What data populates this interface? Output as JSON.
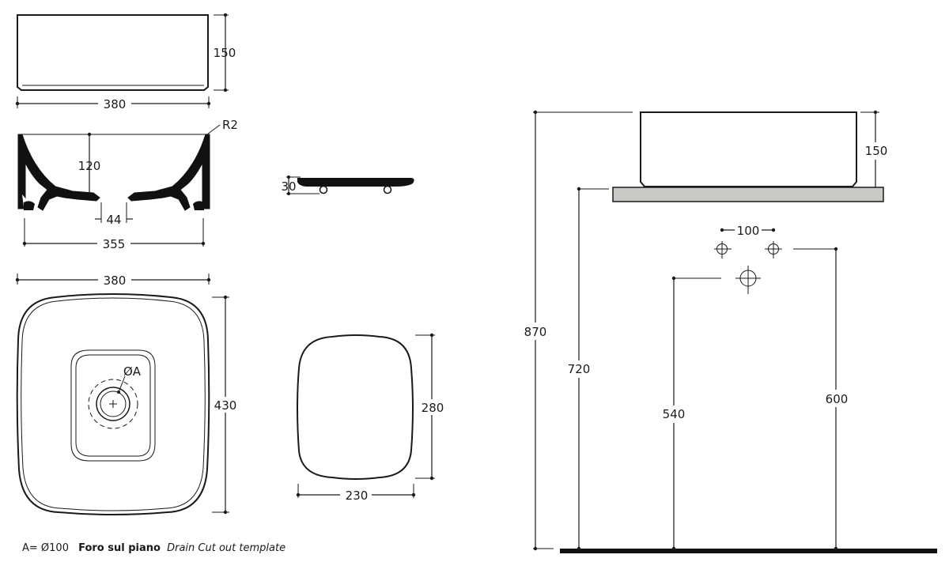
{
  "labels": {
    "top_height": "150",
    "top_width": "380",
    "radius": "R2",
    "section_depth": "120",
    "section_drain": "44",
    "section_width": "355",
    "plug_height": "30",
    "plan_width": "380",
    "plan_depth": "430",
    "drain_symbol": "ØA",
    "bowl_depth": "280",
    "bowl_width": "230",
    "install_total_height": "870",
    "install_basin_height": "150",
    "install_counter_height": "720",
    "install_tap_spacing": "100",
    "install_drain_height": "540",
    "install_supply_height": "600"
  },
  "legend": {
    "key": "A= Ø100",
    "title": "Foro sul piano",
    "subtitle": "Drain Cut out template"
  }
}
